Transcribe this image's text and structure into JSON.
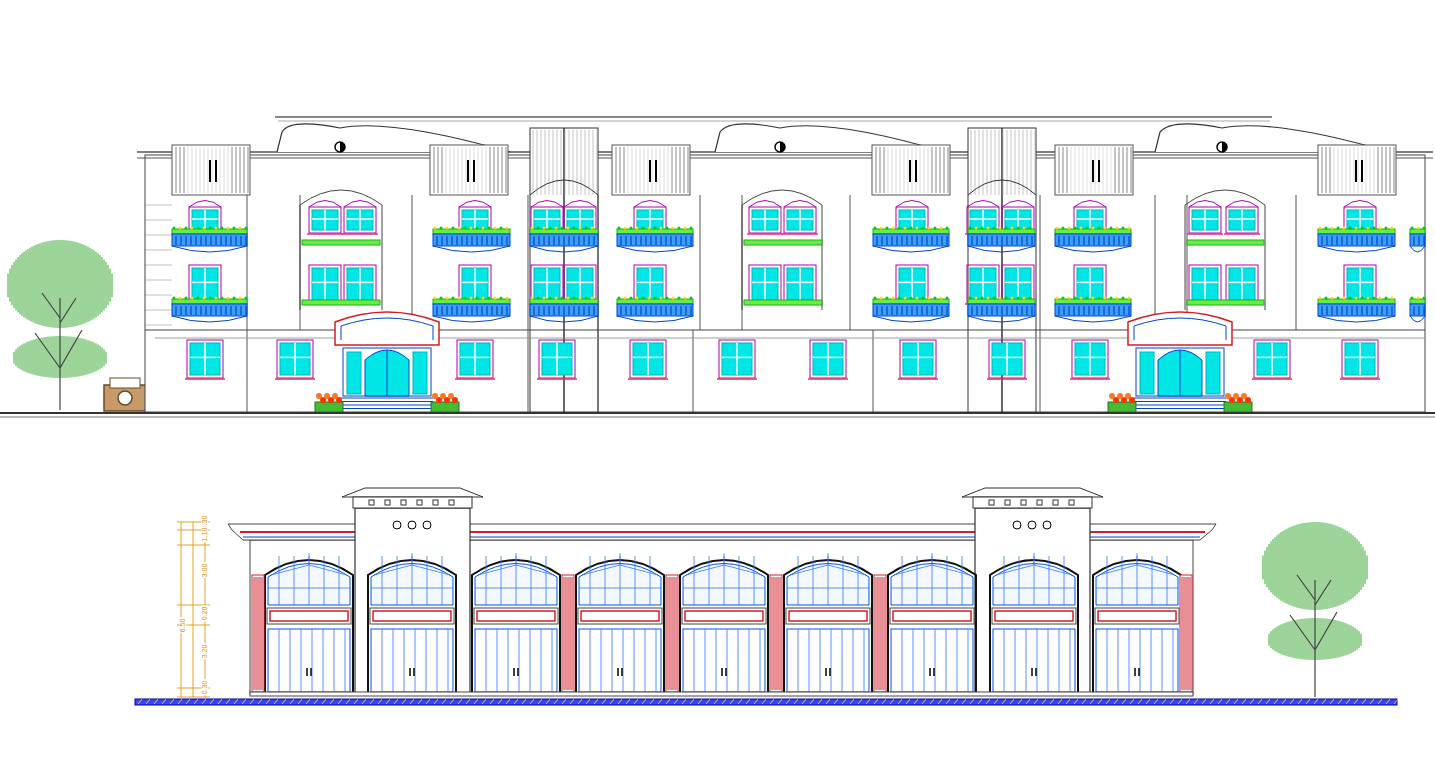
{
  "diagram": {
    "labels": [
      "6.50",
      "0.30",
      "1.10",
      "3.00",
      "0.20",
      "3.20",
      "0.30"
    ]
  }
}
